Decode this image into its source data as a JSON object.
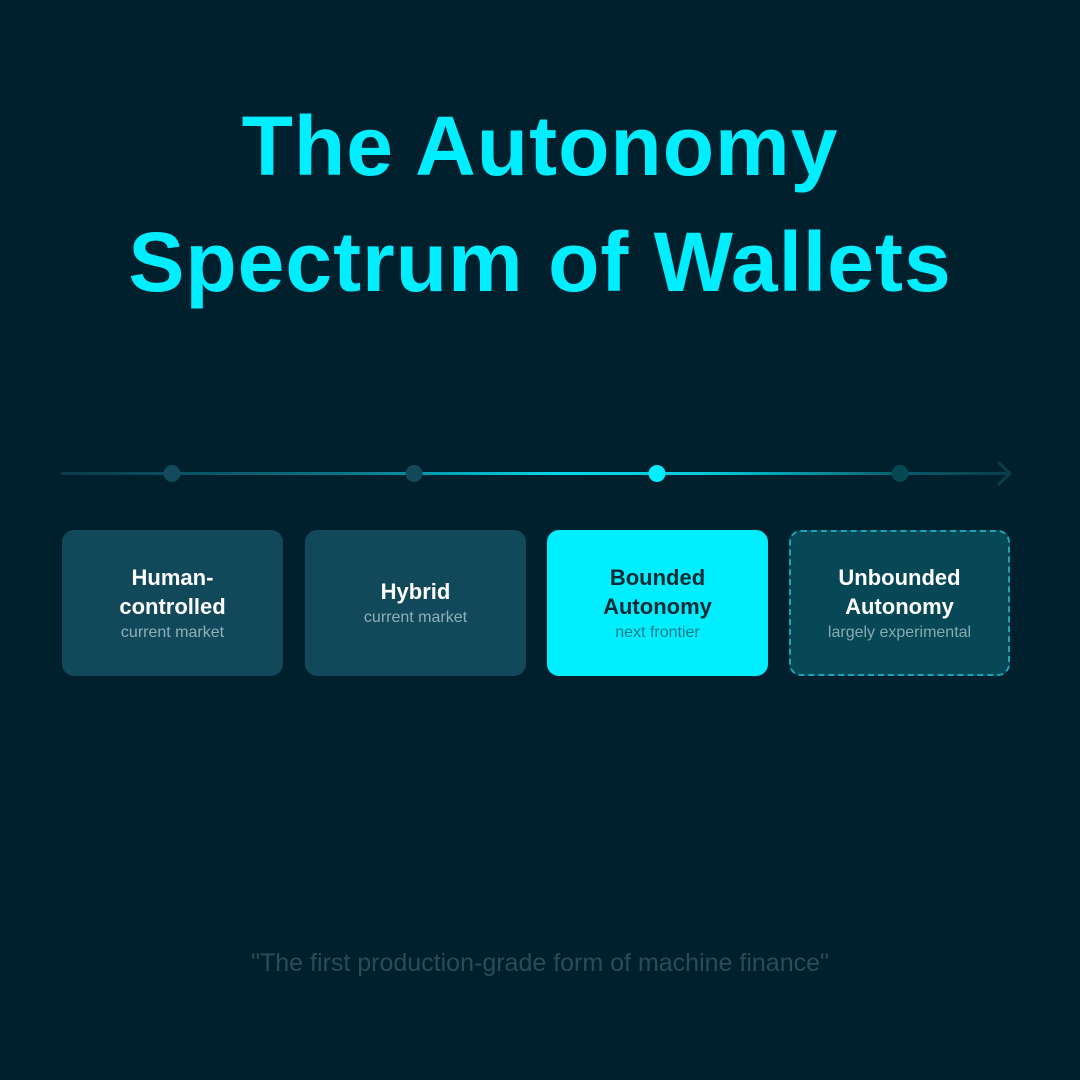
{
  "title": {
    "line1": "The Autonomy",
    "line2": "Spectrum of Wallets"
  },
  "colors": {
    "background": "#00202d",
    "accent": "#00eeff",
    "card": "#11495a",
    "card_dashed": "#064856",
    "dashed_border": "#1aa4b4",
    "quote": "#2b4b56"
  },
  "timeline": {
    "direction": "arrow-right",
    "markers": [
      {
        "position": 1,
        "state": "inactive"
      },
      {
        "position": 2,
        "state": "inactive"
      },
      {
        "position": 3,
        "state": "active"
      },
      {
        "position": 4,
        "state": "future"
      }
    ]
  },
  "stages": [
    {
      "name": "Human-\ncontrolled",
      "name_line1": "Human-",
      "name_line2": "controlled",
      "note": "current market",
      "style": "default"
    },
    {
      "name": "Hybrid",
      "name_line1": "Hybrid",
      "name_line2": "",
      "note": "current market",
      "style": "default"
    },
    {
      "name": "Bounded Autonomy",
      "name_line1": "Bounded",
      "name_line2": "Autonomy",
      "note": "next frontier",
      "style": "highlighted"
    },
    {
      "name": "Unbounded Autonomy",
      "name_line1": "Unbounded",
      "name_line2": "Autonomy",
      "note": "largely experimental",
      "style": "dashed"
    }
  ],
  "quote": "\"The first production-grade form of machine finance\""
}
